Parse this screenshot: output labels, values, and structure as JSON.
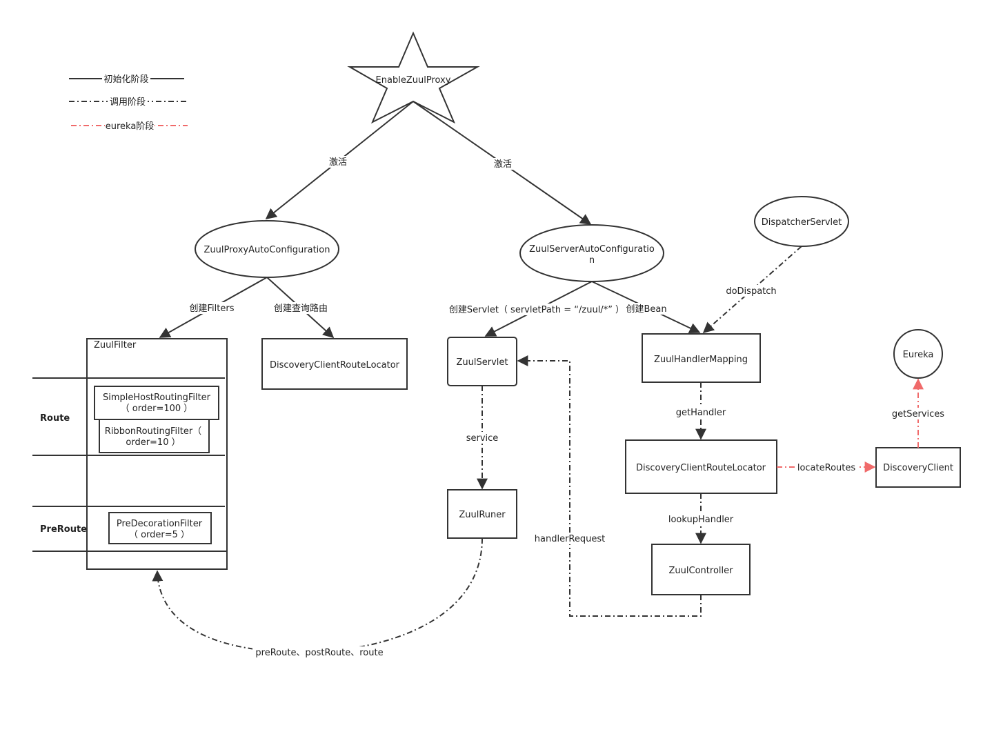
{
  "legend": {
    "init": "初始化阶段",
    "invoke": "调用阶段",
    "eureka": "eureka阶段"
  },
  "nodes": {
    "enable_zuul_proxy": "EnableZuulProxy",
    "zuul_proxy_auto_config": "ZuulProxyAutoConfiguration",
    "zuul_server_auto_config_1": "ZuulServerAutoConfiguratio",
    "zuul_server_auto_config_2": "n",
    "dispatcher_servlet": "DispatcherServlet",
    "zuul_filter": "ZuulFilter",
    "simple_host_routing_filter_1": "SimpleHostRoutingFilter",
    "simple_host_routing_filter_2": "（ order=100 ）",
    "ribbon_routing_filter_1": "RibbonRoutingFilter（",
    "ribbon_routing_filter_2": "order=10 ）",
    "pre_decoration_filter_1": "PreDecorationFilter",
    "pre_decoration_filter_2": "（ order=5 ）",
    "discovery_client_route_locator_left": "DiscoveryClientRouteLocator",
    "zuul_servlet": "ZuulServlet",
    "zuul_runer": "ZuulRuner",
    "zuul_handler_mapping": "ZuulHandlerMapping",
    "discovery_client_route_locator_right": "DiscoveryClientRouteLocator",
    "zuul_controller": "ZuulController",
    "eureka": "Eureka",
    "discovery_client": "DiscoveryClient"
  },
  "lanes": {
    "route": "Route",
    "pre_route": "PreRoute"
  },
  "edges": {
    "activate_left": "激活",
    "activate_right": "激活",
    "create_filters": "创建Filters",
    "create_query_route": "创建查询路由",
    "create_servlet": "创建Servlet（ servletPath = “/zuul/*” ）",
    "create_bean": "创建Bean",
    "do_dispatch": "doDispatch",
    "service": "service",
    "get_handler": "getHandler",
    "locate_routes": "locateRoutes",
    "get_services": "getServices",
    "lookup_handler": "lookupHandler",
    "handler_request": "handlerRequest",
    "pre_post_route": "preRoute、postRoute、route"
  },
  "colors": {
    "line": "#333333",
    "eureka_line": "#f06a6a",
    "background": "#ffffff"
  }
}
